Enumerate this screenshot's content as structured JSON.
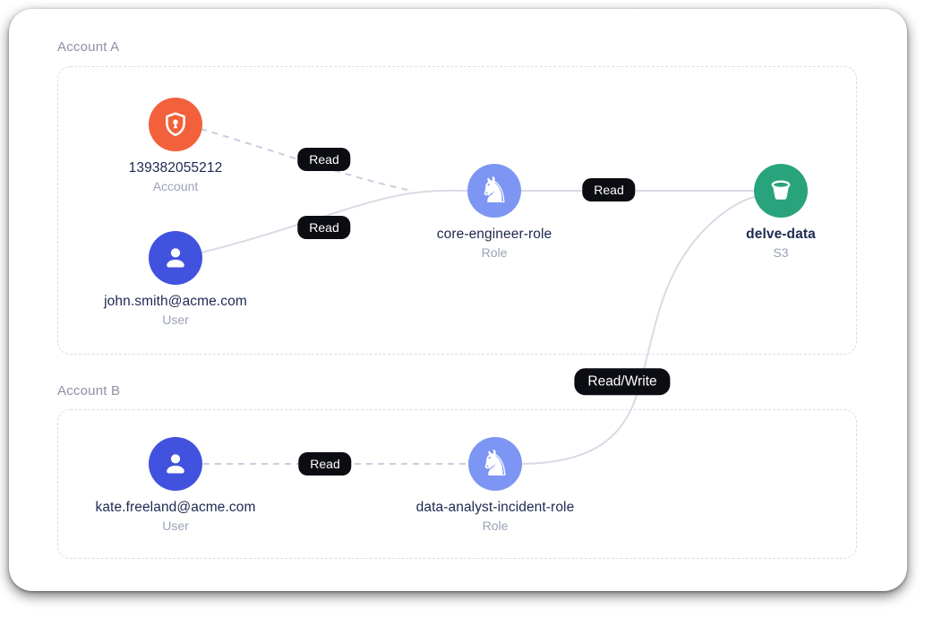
{
  "groups": [
    {
      "label": "Account A"
    },
    {
      "label": "Account B"
    }
  ],
  "nodes": {
    "account": {
      "label": "139382055212",
      "sublabel": "Account",
      "icon": "shield-keyhole-icon",
      "color": "#F2613C"
    },
    "john": {
      "label": "john.smith@acme.com",
      "sublabel": "User",
      "icon": "user-icon",
      "color": "#4152DE"
    },
    "core_role": {
      "label": "core-engineer-role",
      "sublabel": "Role",
      "icon": "chess-knight-icon",
      "icon_glyph": "♞",
      "color": "#7D96F3"
    },
    "bucket": {
      "label": "delve-data",
      "sublabel": "S3",
      "icon": "bucket-icon",
      "color": "#29A37C"
    },
    "kate": {
      "label": "kate.freeland@acme.com",
      "sublabel": "User",
      "icon": "user-icon",
      "color": "#4152DE"
    },
    "analyst_role": {
      "label": "data-analyst-incident-role",
      "sublabel": "Role",
      "icon": "chess-knight-icon",
      "icon_glyph": "♞",
      "color": "#7D96F3"
    }
  },
  "edges": [
    {
      "from": "139382055212",
      "to": "core-engineer-role",
      "label": "Read",
      "style": "dashed"
    },
    {
      "from": "john.smith@acme.com",
      "to": "core-engineer-role",
      "label": "Read",
      "style": "solid"
    },
    {
      "from": "core-engineer-role",
      "to": "delve-data",
      "label": "Read",
      "style": "solid"
    },
    {
      "from": "data-analyst-incident-role",
      "to": "delve-data",
      "label": "Read/Write",
      "style": "solid"
    },
    {
      "from": "kate.freeland@acme.com",
      "to": "data-analyst-incident-role",
      "label": "Read",
      "style": "dashed"
    }
  ],
  "colors": {
    "account_orange": "#F2613C",
    "user_indigo": "#4152DE",
    "role_periwinkle": "#7D96F3",
    "s3_green": "#29A37C",
    "badge_black": "#0B0D12",
    "edge_gray": "#D8DBE5",
    "label_navy": "#1E2851",
    "sublabel_gray": "#9AA2B6",
    "group_border": "#D9DDE9"
  }
}
